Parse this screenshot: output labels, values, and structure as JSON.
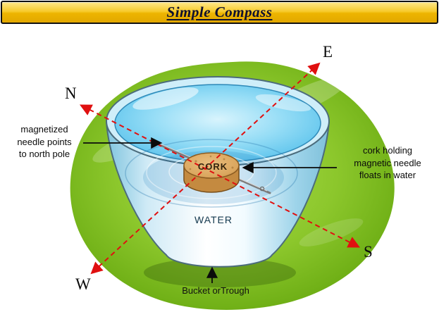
{
  "banner": {
    "title": "Simple Compass"
  },
  "compass": {
    "north": "N",
    "east": "E",
    "south": "S",
    "west": "W"
  },
  "diagram": {
    "cork_label": "CORK",
    "water_label": "WATER",
    "left_note": "magnetized\nneedle points\nto north pole",
    "right_note": "cork holding\nmagnetic needle\nfloats in water",
    "bottom_note": "Bucket orTrough"
  },
  "colors": {
    "banner_gold": "#f2c01d",
    "grass_green": "#7cb71d",
    "water_blue": "#63c9f0",
    "cork_tan": "#d9a362",
    "axis_red": "#e01010"
  }
}
